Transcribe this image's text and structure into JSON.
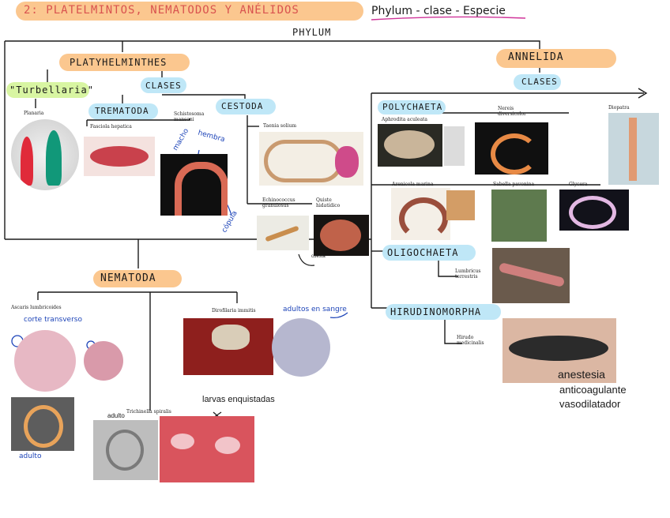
{
  "header": {
    "title": "2: PLATELMINTOS, NEMATODOS Y ANÉLIDOS",
    "subtitle": "Phylum - clase - Especie",
    "accent_color": "#fbc78f",
    "underline_color": "#d0359a"
  },
  "tree": {
    "root": "PHYLUM",
    "platy": {
      "name": "PLATYHELMINTHES",
      "turbellaria": "\"Turbellaria\"",
      "clases": "CLASES",
      "planaria": "Planaria",
      "trematoda": "TREMATODA",
      "fasciola": "Fasciola hepatica",
      "schisto": "Schistosoma mansoni",
      "macho": "macho",
      "hembra": "hembra",
      "copula": "cópula",
      "cestoda": "CESTODA",
      "taenia": "Taenia solium",
      "echino": "Echinococcus granulosus",
      "quiste": "Quiste hidatídico",
      "cuesta": "cuesta"
    },
    "nematoda": {
      "name": "NEMATODA",
      "ascaris": "Ascaris lumbricoides",
      "corte": "corte transverso",
      "adulto1": "adulto",
      "dirofilaria": "Dirofilaria immitis",
      "adultos_sangre": "adultos en sangre",
      "trichinella": "Trichinella spiralis",
      "adulto2": "adulto",
      "larvas": "larvas enquistadas"
    },
    "annelida": {
      "name": "ANNELIDA",
      "clases": "CLASES",
      "polychaeta": "POLYCHAETA",
      "aphrodita": "Aphrodita aculeata",
      "nereis": "Nereis diversicolor",
      "diopatra": "Diopatra",
      "arenicola": "Arenicola marina",
      "sabella": "Sabella pavonina",
      "glycera": "Glycera",
      "oligochaeta": "OLIGOCHAETA",
      "lumbricus": "Lumbricus terrestris",
      "hirudinomorpha": "HIRUDINOMORPHA",
      "hirudo": "Hirudo medicinalis",
      "anestesia": "anestesia",
      "anticoagulante": "anticoagulante",
      "vasodilatador": "vasodilatador"
    }
  },
  "colors": {
    "line": "#1a1a1a",
    "blue_ink": "#1d44b8",
    "pink_underline": "#d0359a"
  }
}
